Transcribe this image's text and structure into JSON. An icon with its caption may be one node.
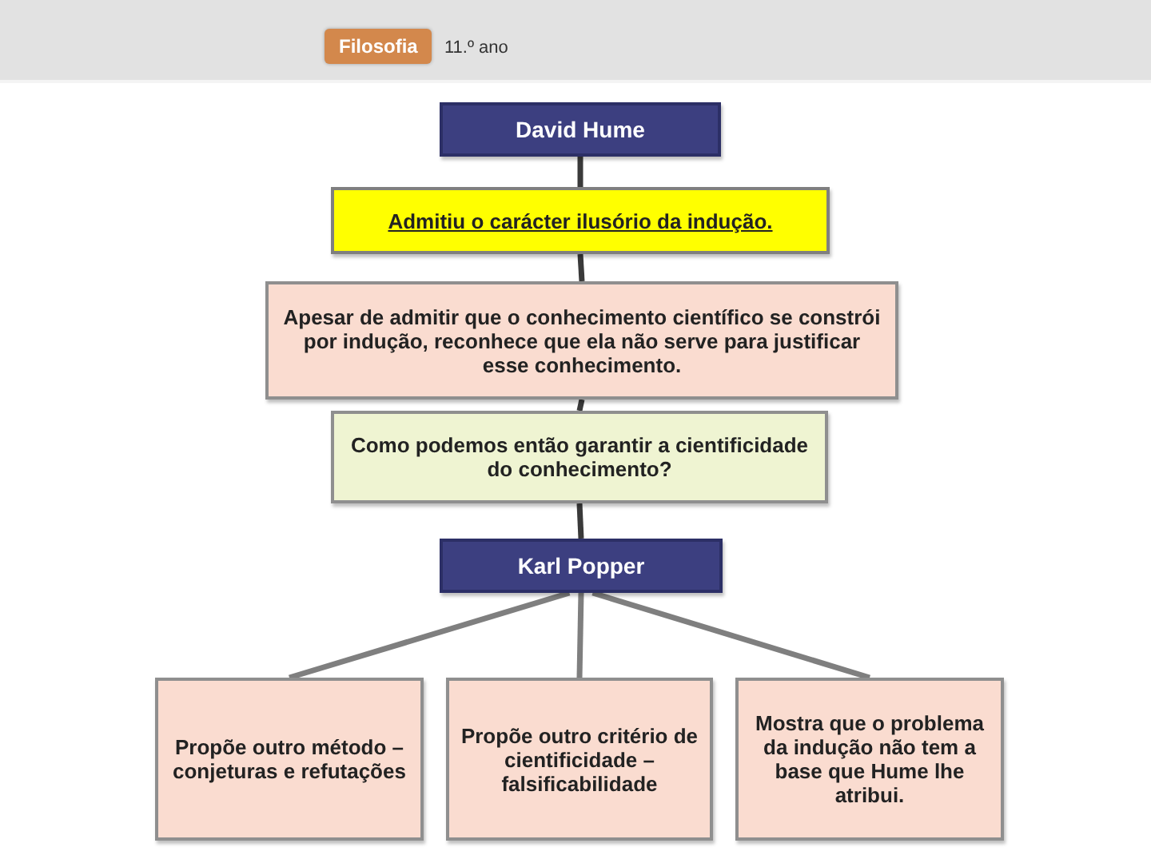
{
  "diagram": {
    "nodes": [
      {
        "text": [
          "David Hume"
        ]
      },
      {
        "text": [
          "Admitiu o carácter ilusório da indução."
        ]
      },
      {
        "text": [
          "Apesar de admitir que o conhecimento científico se constrói por indução, reconhece que ela não serve para justificar esse conhecimento."
        ]
      },
      {
        "text": [
          "Como podemos então garantir a cientificidade do conhecimento?"
        ]
      },
      {
        "text": [
          "Karl Popper"
        ]
      },
      {
        "text": [
          "Propõe outro método – conjeturas e refutações"
        ]
      },
      {
        "text": [
          "Propõe outro critério de cientificidade – falsificabilidade"
        ]
      },
      {
        "text": [
          "Mostra que o problema da indução não tem a base que Hume lhe atribui."
        ]
      }
    ],
    "edges": [
      {
        "from": 0,
        "to": 1,
        "arrow": "none"
      },
      {
        "from": 1,
        "to": 2,
        "arrow": "none"
      },
      {
        "from": 2,
        "to": 3,
        "arrow": "none"
      },
      {
        "from": 3,
        "to": 4,
        "arrow": "none"
      },
      {
        "from": 4,
        "to": 5,
        "arrow": "none",
        "color": "#7f7f7f"
      },
      {
        "from": 4,
        "to": 6,
        "arrow": "none",
        "color": "#7f7f7f"
      },
      {
        "from": 4,
        "to": 7,
        "arrow": "none",
        "color": "#7f7f7f"
      }
    ],
    "labels": [
      "Filosofia",
      "11.º ano"
    ]
  }
}
